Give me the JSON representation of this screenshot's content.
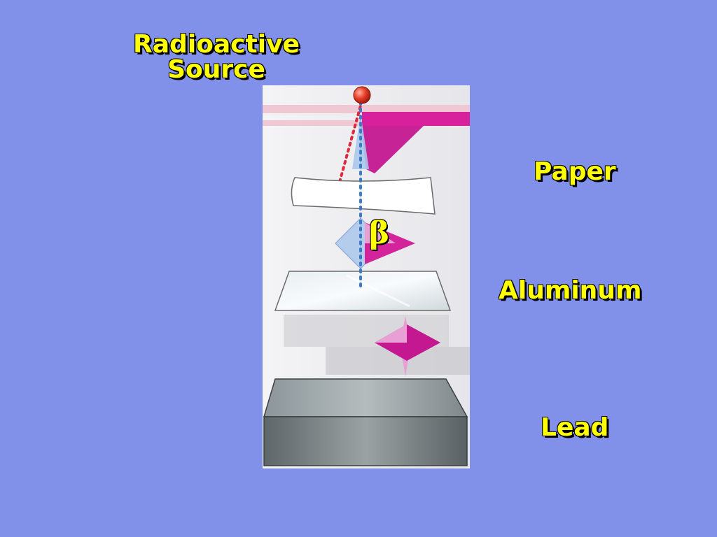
{
  "labels": {
    "source_line1": "Radioactive",
    "source_line2": "Source",
    "paper": "Paper",
    "aluminum": "Aluminum",
    "lead": "Lead",
    "beta": "β"
  },
  "colors": {
    "background": "#8190e8",
    "label_text": "#ffff00",
    "alpha_rays": "#e0283c",
    "beta_rays": "#c0188c",
    "gamma_rays": "#3a7ac8"
  }
}
